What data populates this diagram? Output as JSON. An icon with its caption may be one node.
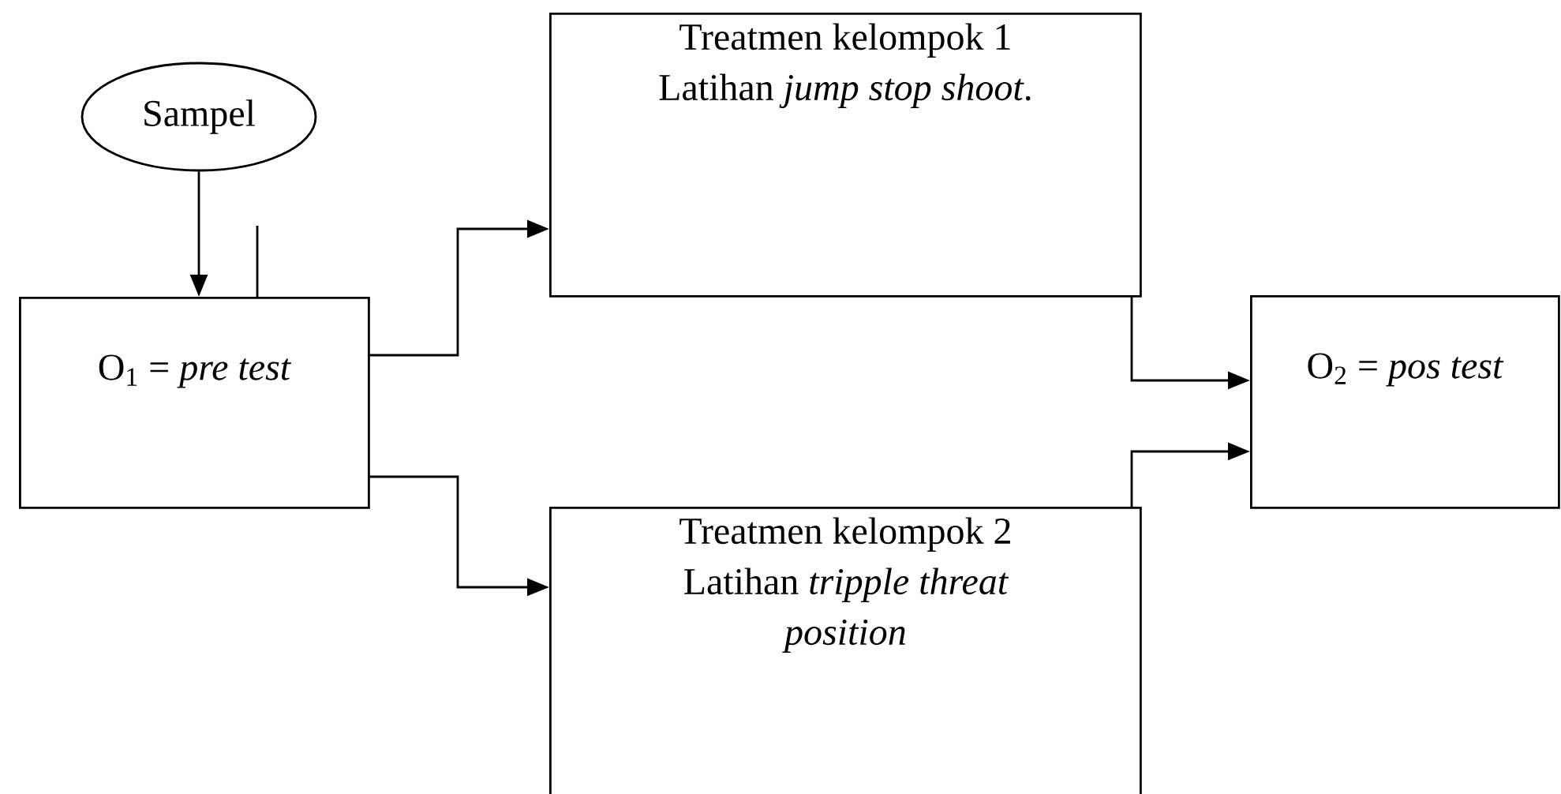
{
  "diagram": {
    "nodes": [
      {
        "text": [
          "Sampel"
        ]
      },
      {
        "text": [
          "O$_{1}$ = *pre test*"
        ]
      },
      {
        "text": [
          "Treatmen kelompok 1",
          "Latihan *jump stop shoot*."
        ]
      },
      {
        "text": [
          "O$_{2}$ = *pos test*"
        ]
      },
      {
        "text": [
          "Treatmen kelompok 2",
          "Latihan *tripple threat position*"
        ]
      }
    ],
    "edges": [
      {
        "from": 0,
        "to": 1,
        "arrow": "to"
      },
      {
        "from": 1,
        "to": 2,
        "arrow": "to"
      },
      {
        "from": 1,
        "to": 4,
        "arrow": "to"
      },
      {
        "from": 2,
        "to": 3,
        "arrow": "to"
      },
      {
        "from": 4,
        "to": 3,
        "arrow": "to"
      }
    ]
  }
}
